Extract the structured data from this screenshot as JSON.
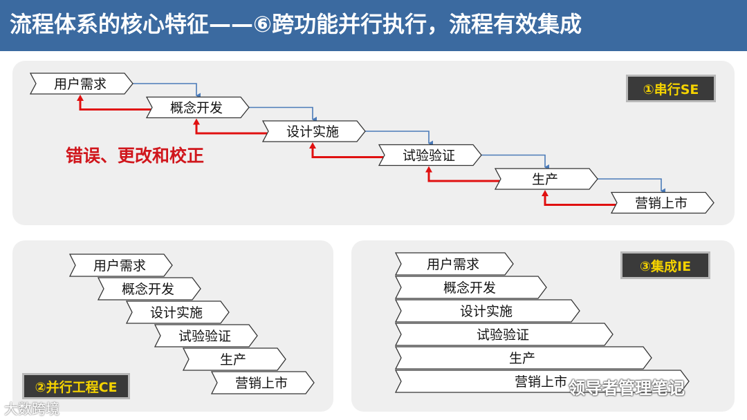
{
  "title": "流程体系的核心特征——⑥跨功能并行执行，流程有效集成",
  "error_label": "错误、更改和校正",
  "badges": {
    "serial": "①串行SE",
    "parallel": "②并行工程CE",
    "integrated": "③集成IE"
  },
  "steps": [
    "用户需求",
    "概念开发",
    "设计实施",
    "试验验证",
    "生产",
    "营销上市"
  ],
  "watermark": "领导者管理笔记",
  "source_watermark": "大数跨境",
  "colors": {
    "title_bg": "#3b6aa0",
    "badge_text": "#f5d300",
    "forward_arrow": "#4a7ab8",
    "feedback_arrow": "#e01010"
  }
}
